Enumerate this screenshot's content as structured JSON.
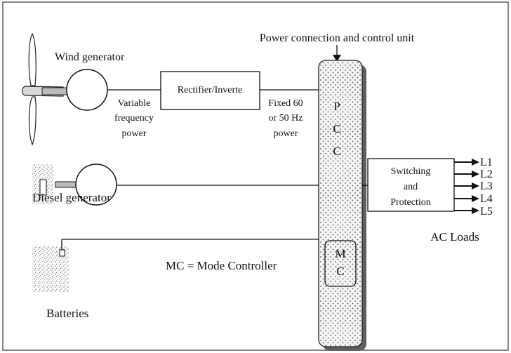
{
  "diagram": {
    "wind_generator_label": "Wind generator",
    "pcc_unit_label": "Power connection and control unit",
    "rectifier_label": "Rectifier/Inverte",
    "variable_freq": [
      "Variable",
      "frequency",
      "power"
    ],
    "fixed_freq": [
      "Fixed 60",
      "or 50 Hz",
      "power"
    ],
    "pcc_letters": [
      "P",
      "C",
      "C"
    ],
    "mc_letters": [
      "M",
      "C"
    ],
    "switching_lines": [
      "Switching",
      "and",
      "Protection"
    ],
    "loads": [
      "L1",
      "L2",
      "L3",
      "L4",
      "L5"
    ],
    "ac_loads_label": "AC Loads",
    "diesel_label": "Diesel generator",
    "mc_legend": "MC = Mode Controller",
    "batteries_label": "Batteries"
  }
}
